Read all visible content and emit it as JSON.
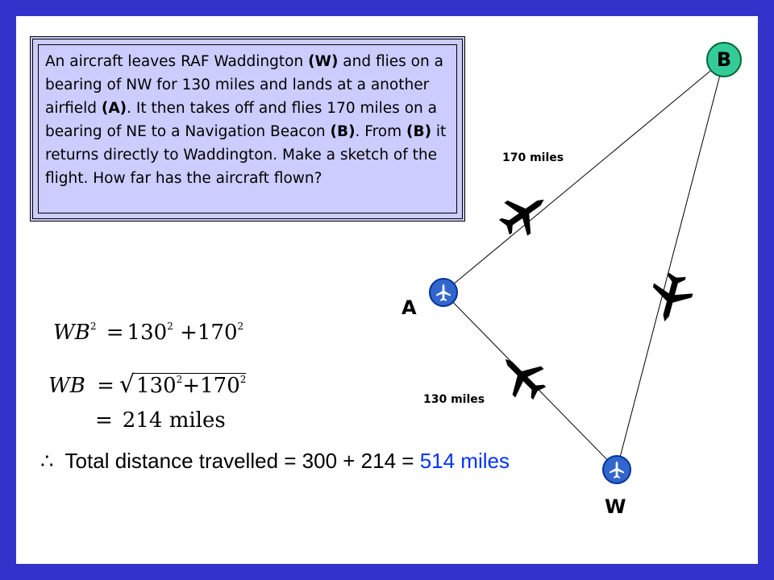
{
  "problem": {
    "seg1": "An aircraft leaves RAF Waddington ",
    "seg2": "(W)",
    "seg3": " and flies on a bearing of NW for 130 miles and lands at a another airfield ",
    "seg4": "(A)",
    "seg5": ". It then takes off and flies 170 miles on a bearing of NE to a Navigation Beacon ",
    "seg6": "(B)",
    "seg7": ". From ",
    "seg8": "(B)",
    "seg9": " it returns directly to Waddington. Make a sketch of the flight. How far has the aircraft flown?"
  },
  "diagram": {
    "point_w": "W",
    "point_a": "A",
    "point_b": "B",
    "label_wa": "130 miles",
    "label_ab": "170 miles"
  },
  "math": {
    "line1_lhs_var": "WB",
    "line1_exp": "2",
    "line1_eq": "=",
    "line1_a": "130",
    "line1_b": "170",
    "line1_plus": "+",
    "line2_lhs_var": "WB",
    "line2_eq": "=",
    "line3_eq": "=",
    "line3_value": "214 miles"
  },
  "result": {
    "therefore": "∴",
    "text": "Total distance travelled = 300 + 214 = ",
    "answer": "514 miles"
  },
  "colors": {
    "background": "#3333cc",
    "box": "#ccccff",
    "marker_w_a": "#3366cc",
    "marker_b": "#33cc99",
    "answer": "#0033ff"
  },
  "icons": [
    "airplane-icon",
    "airport-marker-icon"
  ]
}
